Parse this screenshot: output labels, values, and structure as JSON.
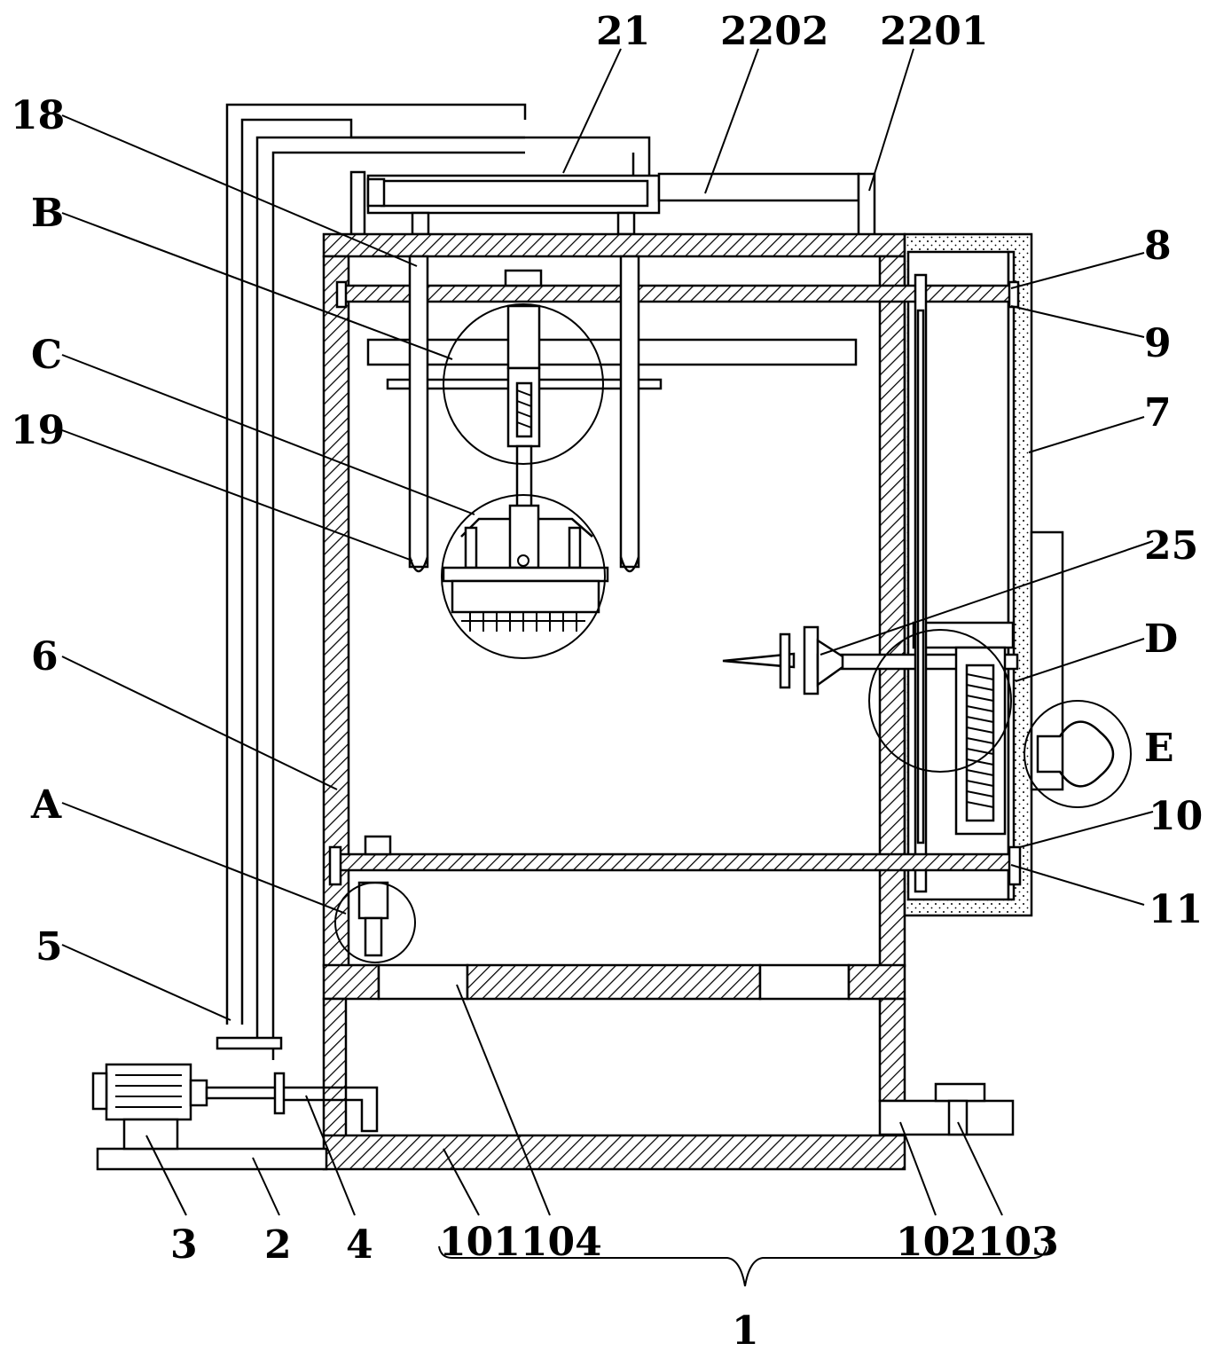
{
  "labels": {
    "l21": "21",
    "l2202": "2202",
    "l2201": "2201",
    "l18": "18",
    "lB": "B",
    "lC": "C",
    "l19": "19",
    "l8": "8",
    "l9": "9",
    "l7": "7",
    "l25": "25",
    "lD": "D",
    "lE": "E",
    "l6": "6",
    "lA": "A",
    "l10": "10",
    "l11": "11",
    "l5": "5",
    "l3": "3",
    "l2": "2",
    "l4": "4",
    "l101104": "101104",
    "l102103": "102103",
    "l1": "1"
  }
}
